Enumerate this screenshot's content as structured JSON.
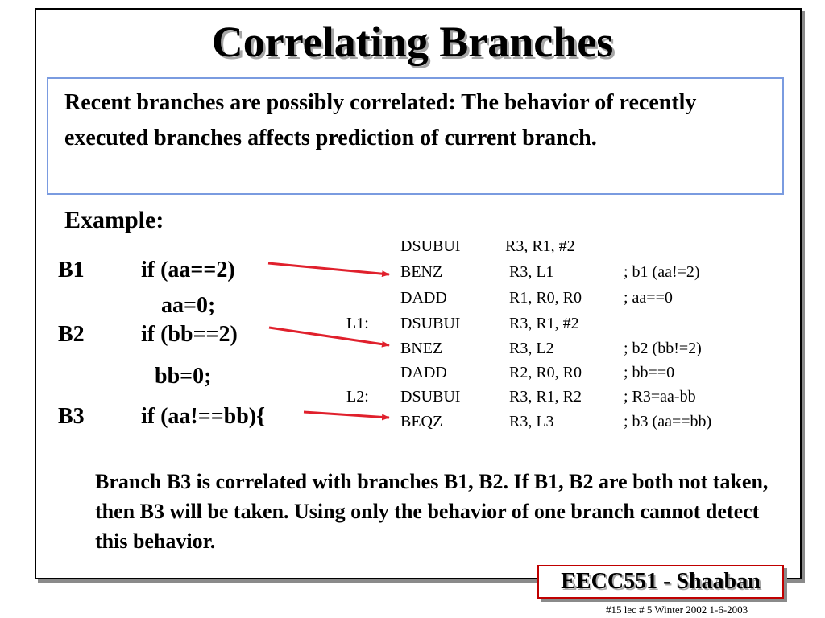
{
  "slide": {
    "title": "Correlating Branches",
    "intro": "Recent branches are possibly correlated:  The behavior of recently executed branches affects prediction of current branch.",
    "example_label": "Example:",
    "source_lines": [
      {
        "label": "B1",
        "code": "if (aa==2)"
      },
      {
        "label": "",
        "code": "aa=0;"
      },
      {
        "label": "B2",
        "code": "if (bb==2)"
      },
      {
        "label": "",
        "code": "bb=0;"
      },
      {
        "label": "B3",
        "code": "if (aa!==bb){"
      }
    ],
    "asm_lines": [
      {
        "label": "",
        "op": "DSUBUI",
        "args": "R3, R1, #2",
        "comment": ""
      },
      {
        "label": "",
        "op": "BENZ",
        "args": "R3, L1",
        "comment": ";  b1   (aa!=2)"
      },
      {
        "label": "",
        "op": "DADD",
        "args": "R1, R0, R0",
        "comment": ";  aa==0"
      },
      {
        "label": "L1:",
        "op": "DSUBUI",
        "args": "R3, R1, #2",
        "comment": ""
      },
      {
        "label": "",
        "op": "BNEZ",
        "args": "R3, L2",
        "comment": "; b2  (bb!=2)"
      },
      {
        "label": "",
        "op": "DADD",
        "args": "R2, R0, R0",
        "comment": "; bb==0"
      },
      {
        "label": "L2:",
        "op": "DSUBUI",
        "args": "R3, R1, R2",
        "comment": "; R3=aa-bb"
      },
      {
        "label": "",
        "op": "BEQZ",
        "args": "R3, L3",
        "comment": "; b3   (aa==bb)"
      }
    ],
    "summary": "Branch B3 is correlated with branches B1, B2.  If B1, B2 are both not taken, then B3 will be taken.  Using only the behavior of one branch cannot detect this behavior.",
    "footer_title": "EECC551 - Shaaban",
    "footer_info": "#15   lec # 5   Winter 2002   1-6-2003",
    "colors": {
      "arrow": "#e0202c",
      "intro_border": "#7a9be0",
      "footer_border": "#c00000"
    }
  }
}
